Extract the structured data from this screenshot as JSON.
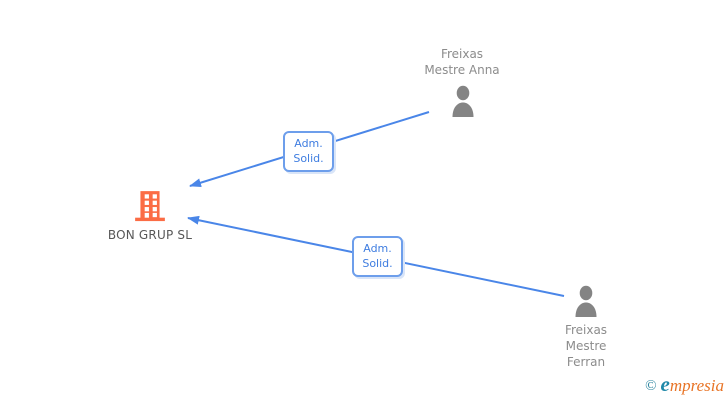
{
  "diagram": {
    "company": {
      "name": "BON GRUP SL",
      "icon": "building-icon"
    },
    "persons": {
      "anna": {
        "line1": "Freixas",
        "line2": "Mestre Anna",
        "icon": "person-icon"
      },
      "ferran": {
        "line1": "Freixas",
        "line2": "Mestre",
        "line3": "Ferran",
        "icon": "person-icon"
      }
    },
    "edges": {
      "anna_to_company": {
        "label_line1": "Adm.",
        "label_line2": "Solid.",
        "direction": "person-to-company"
      },
      "ferran_to_company": {
        "label_line1": "Adm.",
        "label_line2": "Solid.",
        "direction": "person-to-company"
      }
    }
  },
  "watermark": {
    "copyright": "©",
    "brand_first": "e",
    "brand_rest": "mpresia"
  },
  "colors": {
    "edge_blue": "#4a86e8",
    "label_border_blue": "#6d9eeb",
    "label_text_blue": "#3f7de0",
    "building_orange": "#fb6c45",
    "person_gray": "#848484",
    "person_name_gray": "#8c8c8c",
    "company_name_gray": "#575757",
    "brand_teal": "#1e88a8",
    "brand_orange": "#e87426"
  }
}
